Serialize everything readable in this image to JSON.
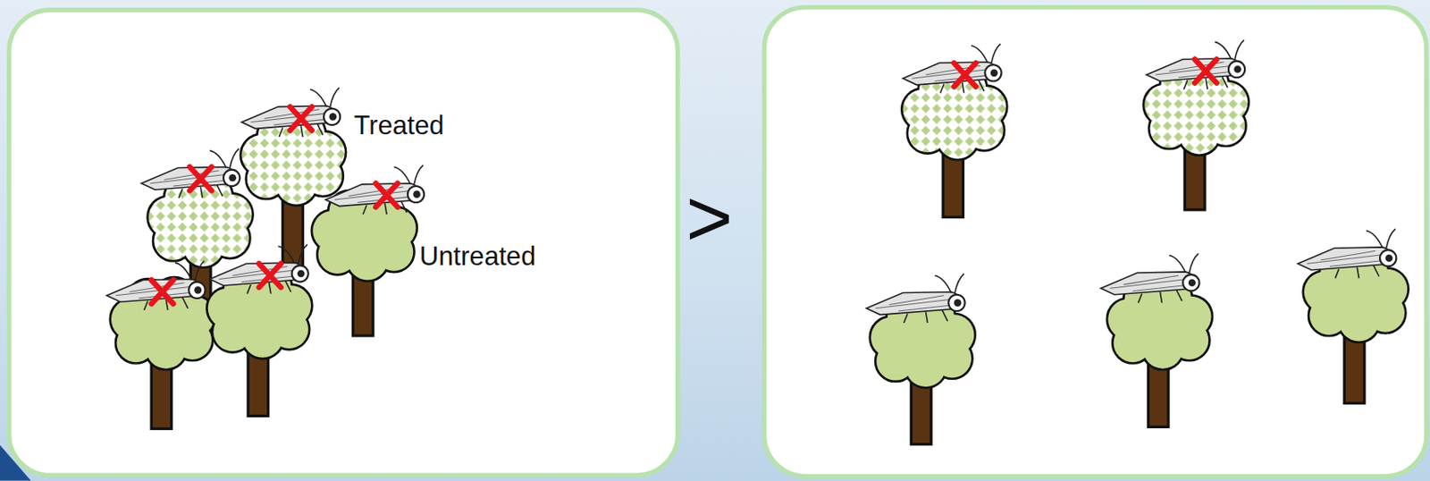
{
  "diagram": {
    "labels": [
      "Treated",
      "Untreated",
      ">"
    ]
  }
}
